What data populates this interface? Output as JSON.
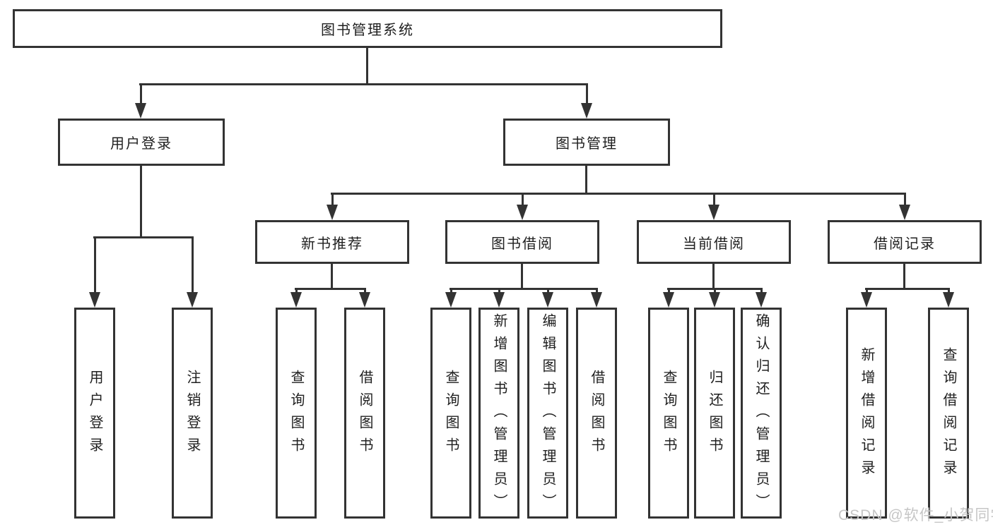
{
  "tree": {
    "root": {
      "label": "图书管理系统"
    },
    "branches": [
      {
        "label": "用户登录",
        "children": [
          {
            "label": "用户登录"
          },
          {
            "label": "注销登录"
          }
        ]
      },
      {
        "label": "图书管理",
        "children": [
          {
            "label": "新书推荐",
            "children": [
              {
                "label": "查询图书"
              },
              {
                "label": "借阅图书"
              }
            ]
          },
          {
            "label": "图书借阅",
            "children": [
              {
                "label": "查询图书"
              },
              {
                "label": "新增图书（管理员）"
              },
              {
                "label": "编辑图书（管理员）"
              },
              {
                "label": "借阅图书"
              }
            ]
          },
          {
            "label": "当前借阅",
            "children": [
              {
                "label": "查询图书"
              },
              {
                "label": "归还图书"
              },
              {
                "label": "确认归还（管理员）"
              }
            ]
          },
          {
            "label": "借阅记录",
            "children": [
              {
                "label": "新增借阅记录"
              },
              {
                "label": "查询借阅记录"
              }
            ]
          }
        ]
      }
    ]
  },
  "watermark": {
    "text": "CSDN @软件_小贺同学"
  },
  "colors": {
    "line": "#333333",
    "text": "#1f1f1f",
    "watermark": "#c6c6c6",
    "background": "#ffffff"
  }
}
